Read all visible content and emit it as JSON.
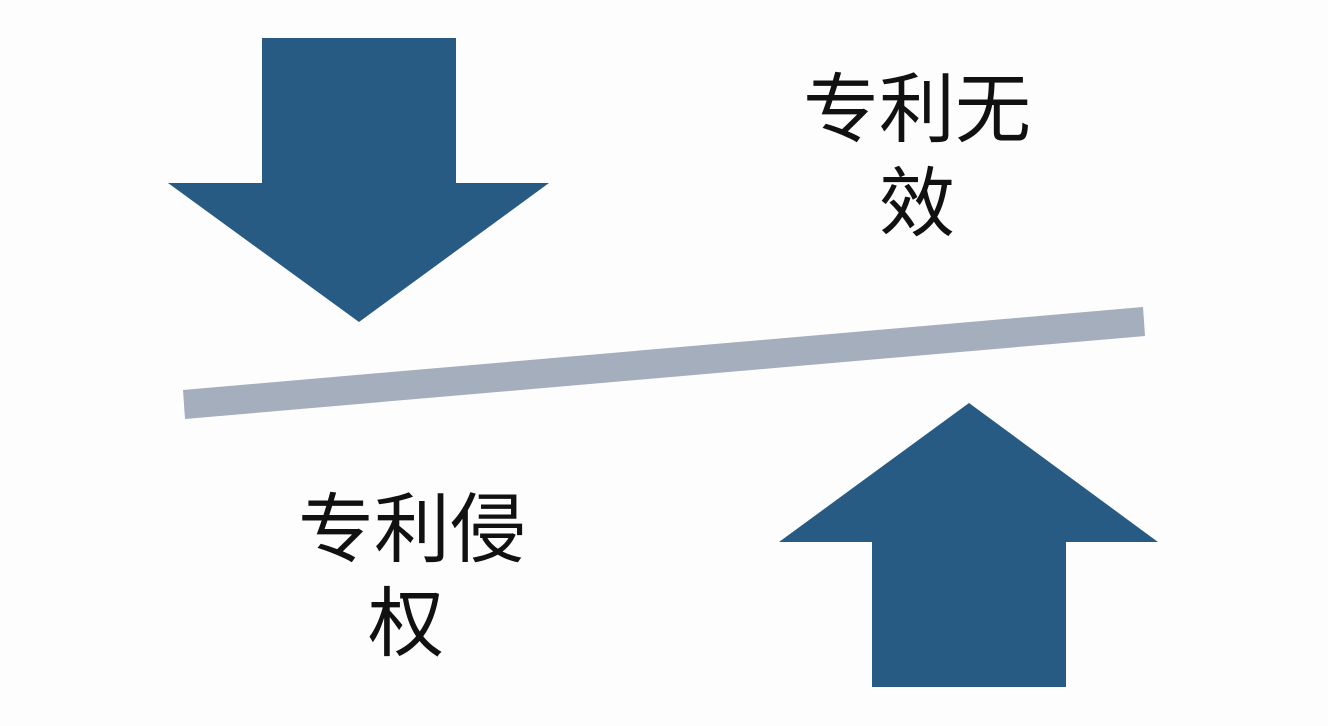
{
  "colors": {
    "arrow": "#285b84",
    "divider": "#a4aebd",
    "text": "#111111",
    "background": "#fdfdfe"
  },
  "labels": {
    "top_right": {
      "line1": "专利无",
      "line2": "效"
    },
    "bottom_left": {
      "line1": "专利侵",
      "line2": "权"
    }
  }
}
